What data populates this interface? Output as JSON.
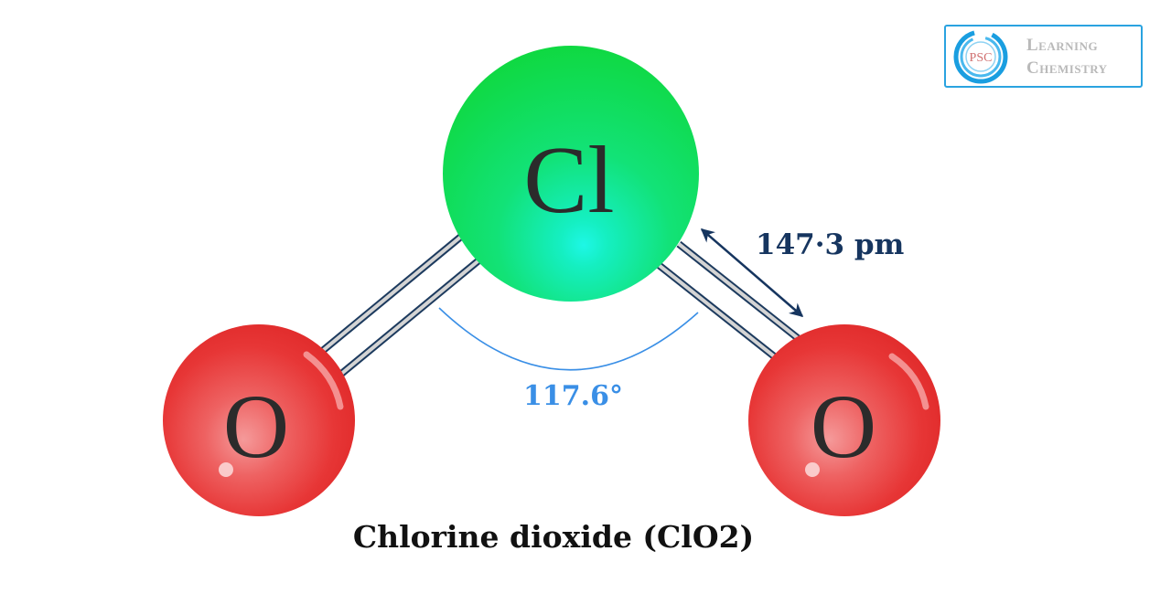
{
  "logo": {
    "badge": "PSC",
    "line1": "Learning",
    "line2": "Chemistry",
    "border_color": "#2aa3e0"
  },
  "molecule": {
    "name": "Chlorine dioxide (ClO2)",
    "atoms": [
      {
        "id": "cl",
        "symbol": "Cl",
        "color": "#14e04a",
        "highlight": "#19f5e0"
      },
      {
        "id": "o-left",
        "symbol": "O",
        "color": "#e8302f"
      },
      {
        "id": "o-right",
        "symbol": "O",
        "color": "#e8302f"
      }
    ],
    "bonds": [
      {
        "from": "cl",
        "to": "o-left",
        "type": "double"
      },
      {
        "from": "cl",
        "to": "o-right",
        "type": "double"
      }
    ],
    "bond_length": "147·3 pm",
    "bond_angle": "117.6°"
  },
  "colors": {
    "bond_length_label": "#16355f",
    "angle_label": "#3a8fe6",
    "bond_outline": "#1c3a5e",
    "bond_fill": "#d4d4d4"
  }
}
